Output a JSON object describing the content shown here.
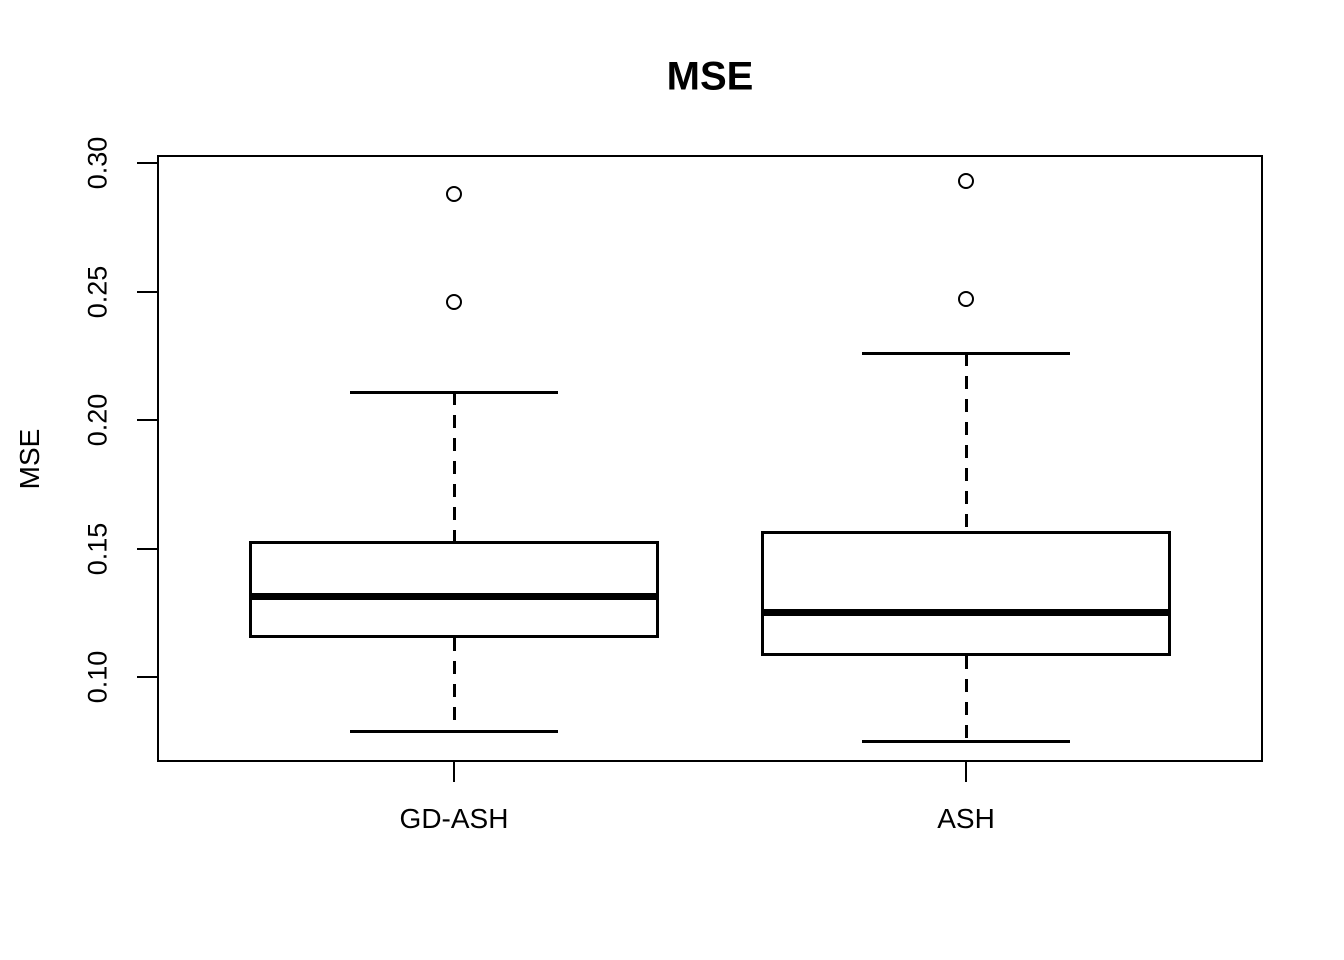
{
  "chart_data": {
    "type": "boxplot",
    "title": "MSE",
    "xlabel": "",
    "ylabel": "MSE",
    "categories": [
      "GD-ASH",
      "ASH"
    ],
    "ytick_values": [
      0.1,
      0.15,
      0.2,
      0.25,
      0.3
    ],
    "ytick_labels": [
      "0.10",
      "0.15",
      "0.20",
      "0.25",
      "0.30"
    ],
    "ylim": [
      0.067,
      0.303
    ],
    "grid": false,
    "legend": "none",
    "colors": {
      "stroke": "#000000",
      "background": "#ffffff"
    },
    "series": [
      {
        "name": "GD-ASH",
        "lower_whisker": 0.079,
        "q1": 0.115,
        "median": 0.131,
        "q3": 0.153,
        "upper_whisker": 0.211,
        "outliers": [
          0.246,
          0.288
        ]
      },
      {
        "name": "ASH",
        "lower_whisker": 0.075,
        "q1": 0.108,
        "median": 0.125,
        "q3": 0.157,
        "upper_whisker": 0.226,
        "outliers": [
          0.247,
          0.293
        ]
      }
    ]
  }
}
